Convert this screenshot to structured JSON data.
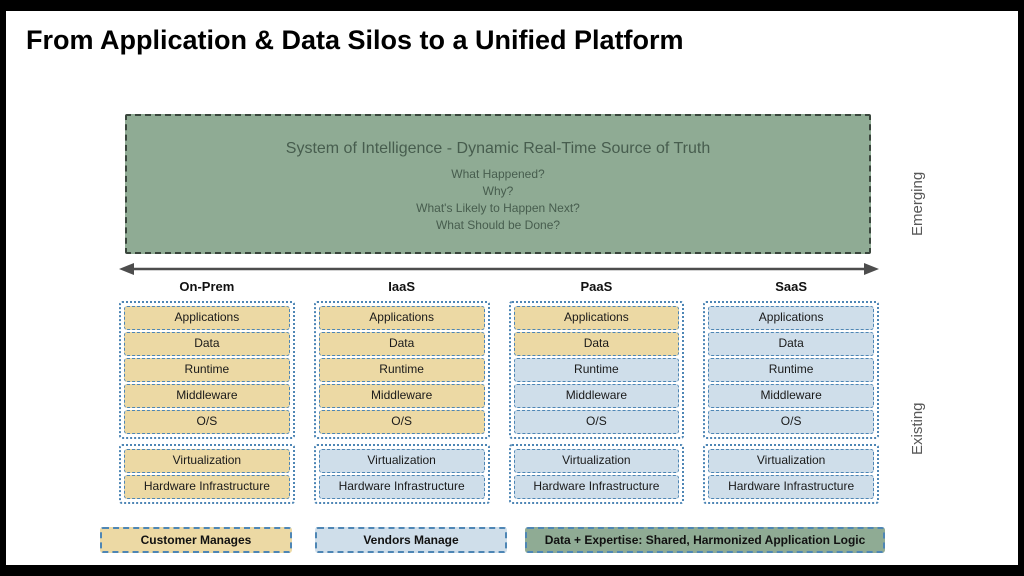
{
  "title": "From Application & Data Silos to a Unified Platform",
  "axis": {
    "top": "Emerging",
    "bottom": "Existing"
  },
  "intelligence_box": {
    "title": "System of Intelligence - Dynamic Real-Time Source of Truth",
    "lines": [
      "What Happened?",
      "Why?",
      "What's Likely to Happen Next?",
      "What Should be Done?"
    ]
  },
  "stack_rows": [
    "Applications",
    "Data",
    "Runtime",
    "Middleware",
    "O/S",
    "Virtualization",
    "Hardware Infrastructure"
  ],
  "columns": [
    {
      "name": "On-Prem",
      "row_colors": [
        "customer",
        "customer",
        "customer",
        "customer",
        "customer",
        "customer",
        "customer"
      ]
    },
    {
      "name": "IaaS",
      "row_colors": [
        "customer",
        "customer",
        "customer",
        "customer",
        "customer",
        "vendor",
        "vendor"
      ]
    },
    {
      "name": "PaaS",
      "row_colors": [
        "customer",
        "customer",
        "vendor",
        "vendor",
        "vendor",
        "vendor",
        "vendor"
      ]
    },
    {
      "name": "SaaS",
      "row_colors": [
        "vendor",
        "vendor",
        "vendor",
        "vendor",
        "vendor",
        "vendor",
        "vendor"
      ]
    }
  ],
  "legend": [
    {
      "label": "Customer Manages",
      "type": "customer"
    },
    {
      "label": "Vendors Manage",
      "type": "vendor"
    },
    {
      "label": "Data + Expertise: Shared, Harmonized Application Logic",
      "type": "shared"
    }
  ],
  "colors": {
    "customer": "#ecd9a4",
    "vendor": "#cfdeea",
    "shared": "#8fab94",
    "arrow": "#4d4d4d"
  }
}
